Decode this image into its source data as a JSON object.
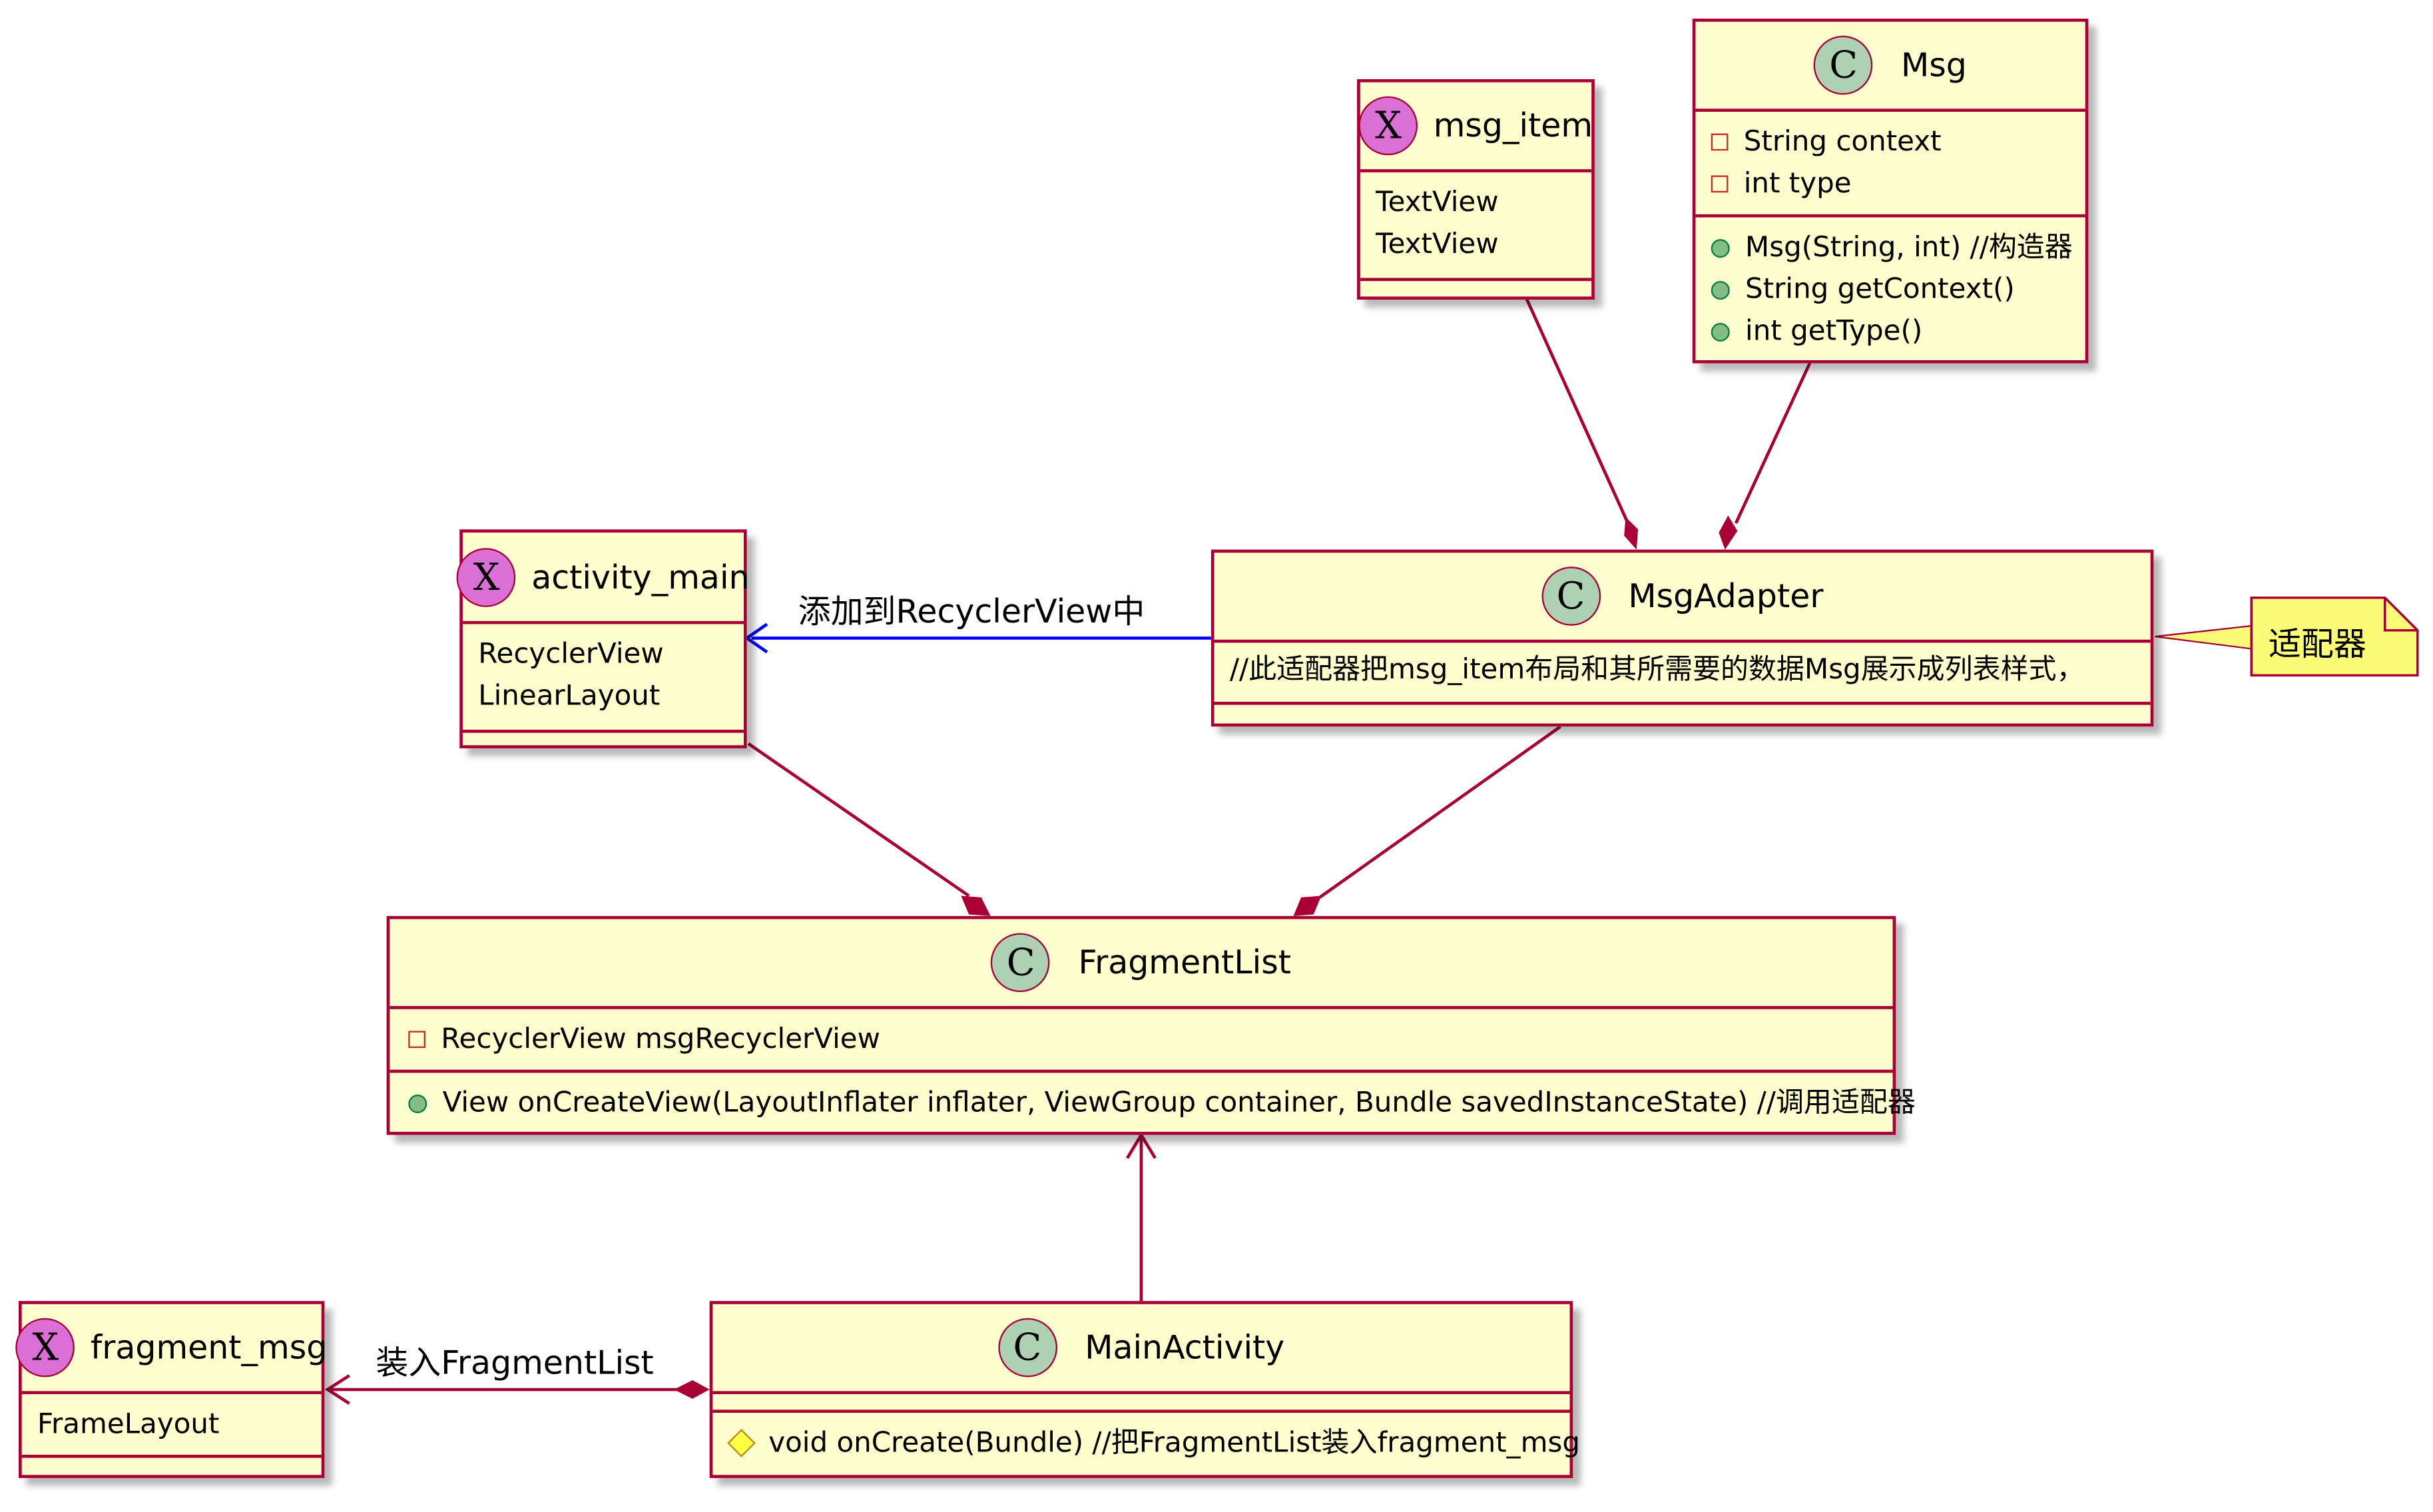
{
  "classes": {
    "msg_item": {
      "name": "msg_item",
      "stereotype": "X",
      "fields": [
        "TextView",
        "TextView"
      ]
    },
    "msg": {
      "name": "Msg",
      "stereotype": "C",
      "fields": [
        "String context",
        "int type"
      ],
      "methods": [
        "Msg(String, int) //构造器",
        "String getContext()",
        "int getType()"
      ]
    },
    "activity_main": {
      "name": "activity_main",
      "stereotype": "X",
      "fields": [
        "RecyclerView",
        "LinearLayout"
      ]
    },
    "msg_adapter": {
      "name": "MsgAdapter",
      "stereotype": "C",
      "comment": "//此适配器把msg_item布局和其所需要的数据Msg展示成列表样式，"
    },
    "fragment_list": {
      "name": "FragmentList",
      "stereotype": "C",
      "fields": [
        "RecyclerView msgRecyclerView"
      ],
      "methods": [
        "View onCreateView(LayoutInflater inflater,  ViewGroup container, Bundle savedInstanceState) //调用适配器"
      ]
    },
    "fragment_msg": {
      "name": "fragment_msg",
      "stereotype": "X",
      "fields": [
        "FrameLayout"
      ]
    },
    "main_activity": {
      "name": "MainActivity",
      "stereotype": "C",
      "methods": [
        "void onCreate(Bundle) //把FragmentList装入fragment_msg"
      ]
    }
  },
  "note": {
    "text": "适配器"
  },
  "edges": {
    "adapter_to_activity_label": "添加到RecyclerView中",
    "main_to_fragment_msg_label": "装入FragmentList"
  },
  "colors": {
    "class_fill": "#fefece",
    "border": "#a80036",
    "note_fill": "#fbfb77",
    "blue_arrow": "#0000ff",
    "class_circle": "#add1b2",
    "xml_circle": "#da70d6"
  }
}
